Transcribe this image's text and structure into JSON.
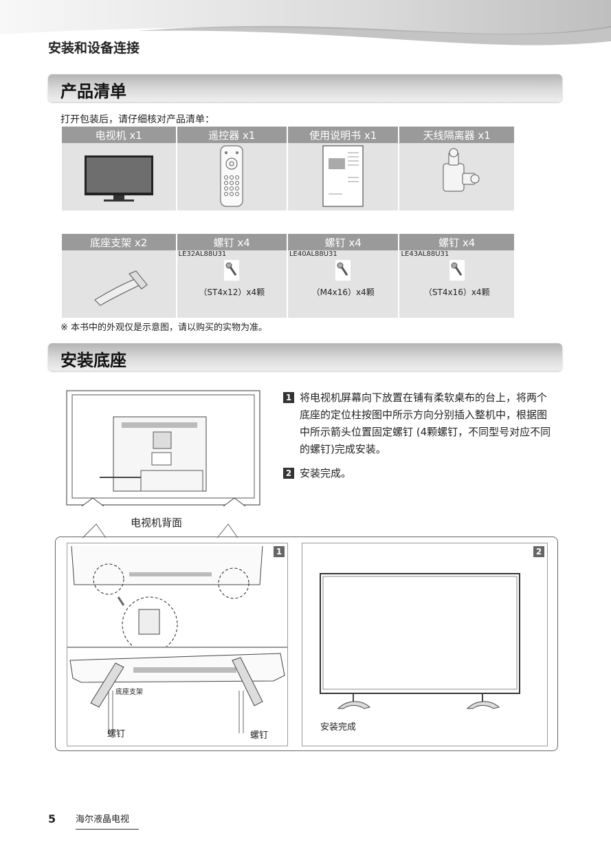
{
  "header": {
    "section": "安装和设备连接"
  },
  "product_list": {
    "title": "产品清单",
    "intro": "打开包装后，请仔细核对产品清单：",
    "row1": [
      {
        "label": "电视机 x1",
        "icon": "tv-icon"
      },
      {
        "label": "遥控器 x1",
        "icon": "remote-control-icon"
      },
      {
        "label": "使用说明书 x1",
        "icon": "manual-icon"
      },
      {
        "label": "天线隔离器 x1",
        "icon": "antenna-isolator-icon"
      }
    ],
    "row2": [
      {
        "label": "底座支架 x2",
        "icon": "stand-icon"
      },
      {
        "label": "螺钉 x4",
        "model": "LE32AL88U31",
        "spec": "（ST4x12）x4颗"
      },
      {
        "label": "螺钉 x4",
        "model": "LE40AL88U31",
        "spec": "（M4x16）x4颗"
      },
      {
        "label": "螺钉 x4",
        "model": "LE43AL88U31",
        "spec": "（ST4x16）x4颗"
      }
    ],
    "note": "※  本书中的外观仅是示意图，请以购买的实物为准。"
  },
  "install": {
    "title": "安装底座",
    "steps": [
      {
        "num": "1",
        "text": "将电视机屏幕向下放置在铺有柔软桌布的台上，将两个底座的定位柱按图中所示方向分别插入整机中，根据图中所示箭头位置固定螺钉 (4颗螺钉，不同型号对应不同的螺钉)完成安装。"
      },
      {
        "num": "2",
        "text": "安装完成。"
      }
    ],
    "back_label": "电视机背面",
    "panel1_tag": "1",
    "panel2_tag": "2",
    "stand_label": "底座支架",
    "screw_label_left": "螺钉",
    "screw_label_right": "螺钉",
    "done_label": "安装完成"
  },
  "footer": {
    "page": "5",
    "brand": "海尔液晶电视"
  }
}
